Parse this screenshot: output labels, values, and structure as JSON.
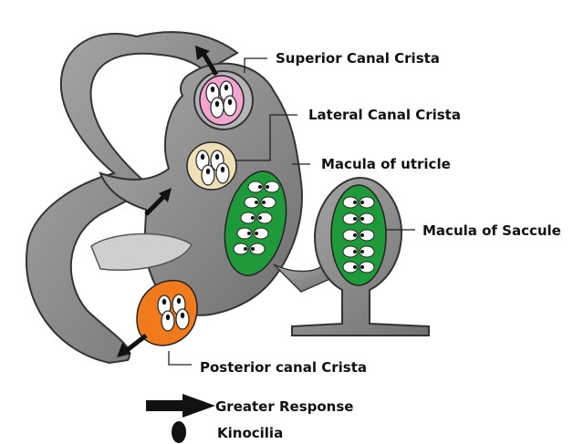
{
  "labels": {
    "superior": "Superior Canal Crista",
    "lateral": "Lateral Canal Crista",
    "utricle": "Macula of utricle",
    "saccule": "Macula of Saccule",
    "posterior": "Posterior canal Crista"
  },
  "legend": {
    "arrow_text": "Greater Response",
    "dot_text": "Kinocilia"
  },
  "colors": {
    "labyrinth": "#8a8a8a",
    "superior_crista": "#f2a6cf",
    "lateral_crista": "#eedfb4",
    "utricle_macula": "#1f9a3a",
    "saccule_macula": "#1f9a3a",
    "posterior_crista": "#f07a1c"
  }
}
